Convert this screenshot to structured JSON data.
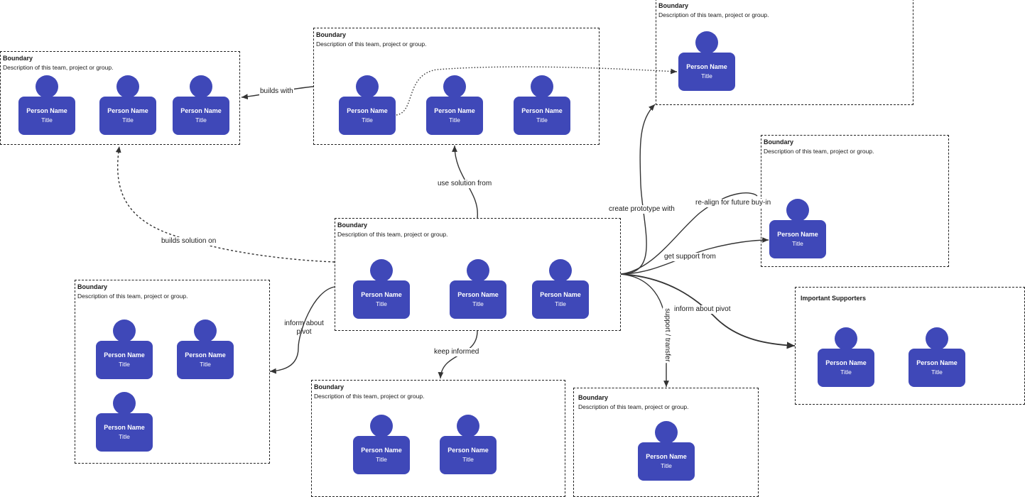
{
  "boundaries": [
    {
      "title": "Boundary",
      "description": "Description of this team, project or group.",
      "people": [
        {
          "name": "Person Name",
          "title": "Title"
        },
        {
          "name": "Person Name",
          "title": "Title"
        },
        {
          "name": "Person Name",
          "title": "Title"
        }
      ]
    },
    {
      "title": "Boundary",
      "description": "Description of this team, project or group.",
      "people": [
        {
          "name": "Person Name",
          "title": "Title"
        },
        {
          "name": "Person Name",
          "title": "Title"
        },
        {
          "name": "Person Name",
          "title": "Title"
        }
      ]
    },
    {
      "title": "Boundary",
      "description": "Description of this team, project or group.",
      "people": [
        {
          "name": "Person Name",
          "title": "Title"
        }
      ]
    },
    {
      "title": "Boundary",
      "description": "Description of this team, project or group.",
      "people": [
        {
          "name": "Person Name",
          "title": "Title"
        }
      ]
    },
    {
      "title": "Boundary",
      "description": "Description of this team, project or group.",
      "people": [
        {
          "name": "Person Name",
          "title": "Title"
        },
        {
          "name": "Person Name",
          "title": "Title"
        },
        {
          "name": "Person Name",
          "title": "Title"
        }
      ]
    },
    {
      "title": "Boundary",
      "description": "Description of this team, project or group.",
      "people": [
        {
          "name": "Person Name",
          "title": "Title"
        },
        {
          "name": "Person Name",
          "title": "Title"
        },
        {
          "name": "Person Name",
          "title": "Title"
        }
      ]
    },
    {
      "title": "Important Supporters",
      "description": "",
      "people": [
        {
          "name": "Person Name",
          "title": "Title"
        },
        {
          "name": "Person Name",
          "title": "Title"
        }
      ]
    },
    {
      "title": "Boundary",
      "description": "Description of this team, project or group.",
      "people": [
        {
          "name": "Person Name",
          "title": "Title"
        },
        {
          "name": "Person Name",
          "title": "Title"
        }
      ]
    },
    {
      "title": "Boundary",
      "description": "Description of this team, project or group.",
      "people": [
        {
          "name": "Person Name",
          "title": "Title"
        }
      ]
    }
  ],
  "edges": [
    {
      "label": "builds with"
    },
    {
      "label": "use solution from"
    },
    {
      "label": "builds solution on"
    },
    {
      "label": "create prototype with"
    },
    {
      "label": "re-align for future buy-in"
    },
    {
      "label": "get support from"
    },
    {
      "label": "inform about pivot"
    },
    {
      "label": "inform about pivot"
    },
    {
      "label": "support / transfer"
    },
    {
      "label": "keep informed"
    }
  ],
  "colors": {
    "person_fill": "#3f48b8",
    "border": "#222222",
    "edge": "#333333"
  }
}
